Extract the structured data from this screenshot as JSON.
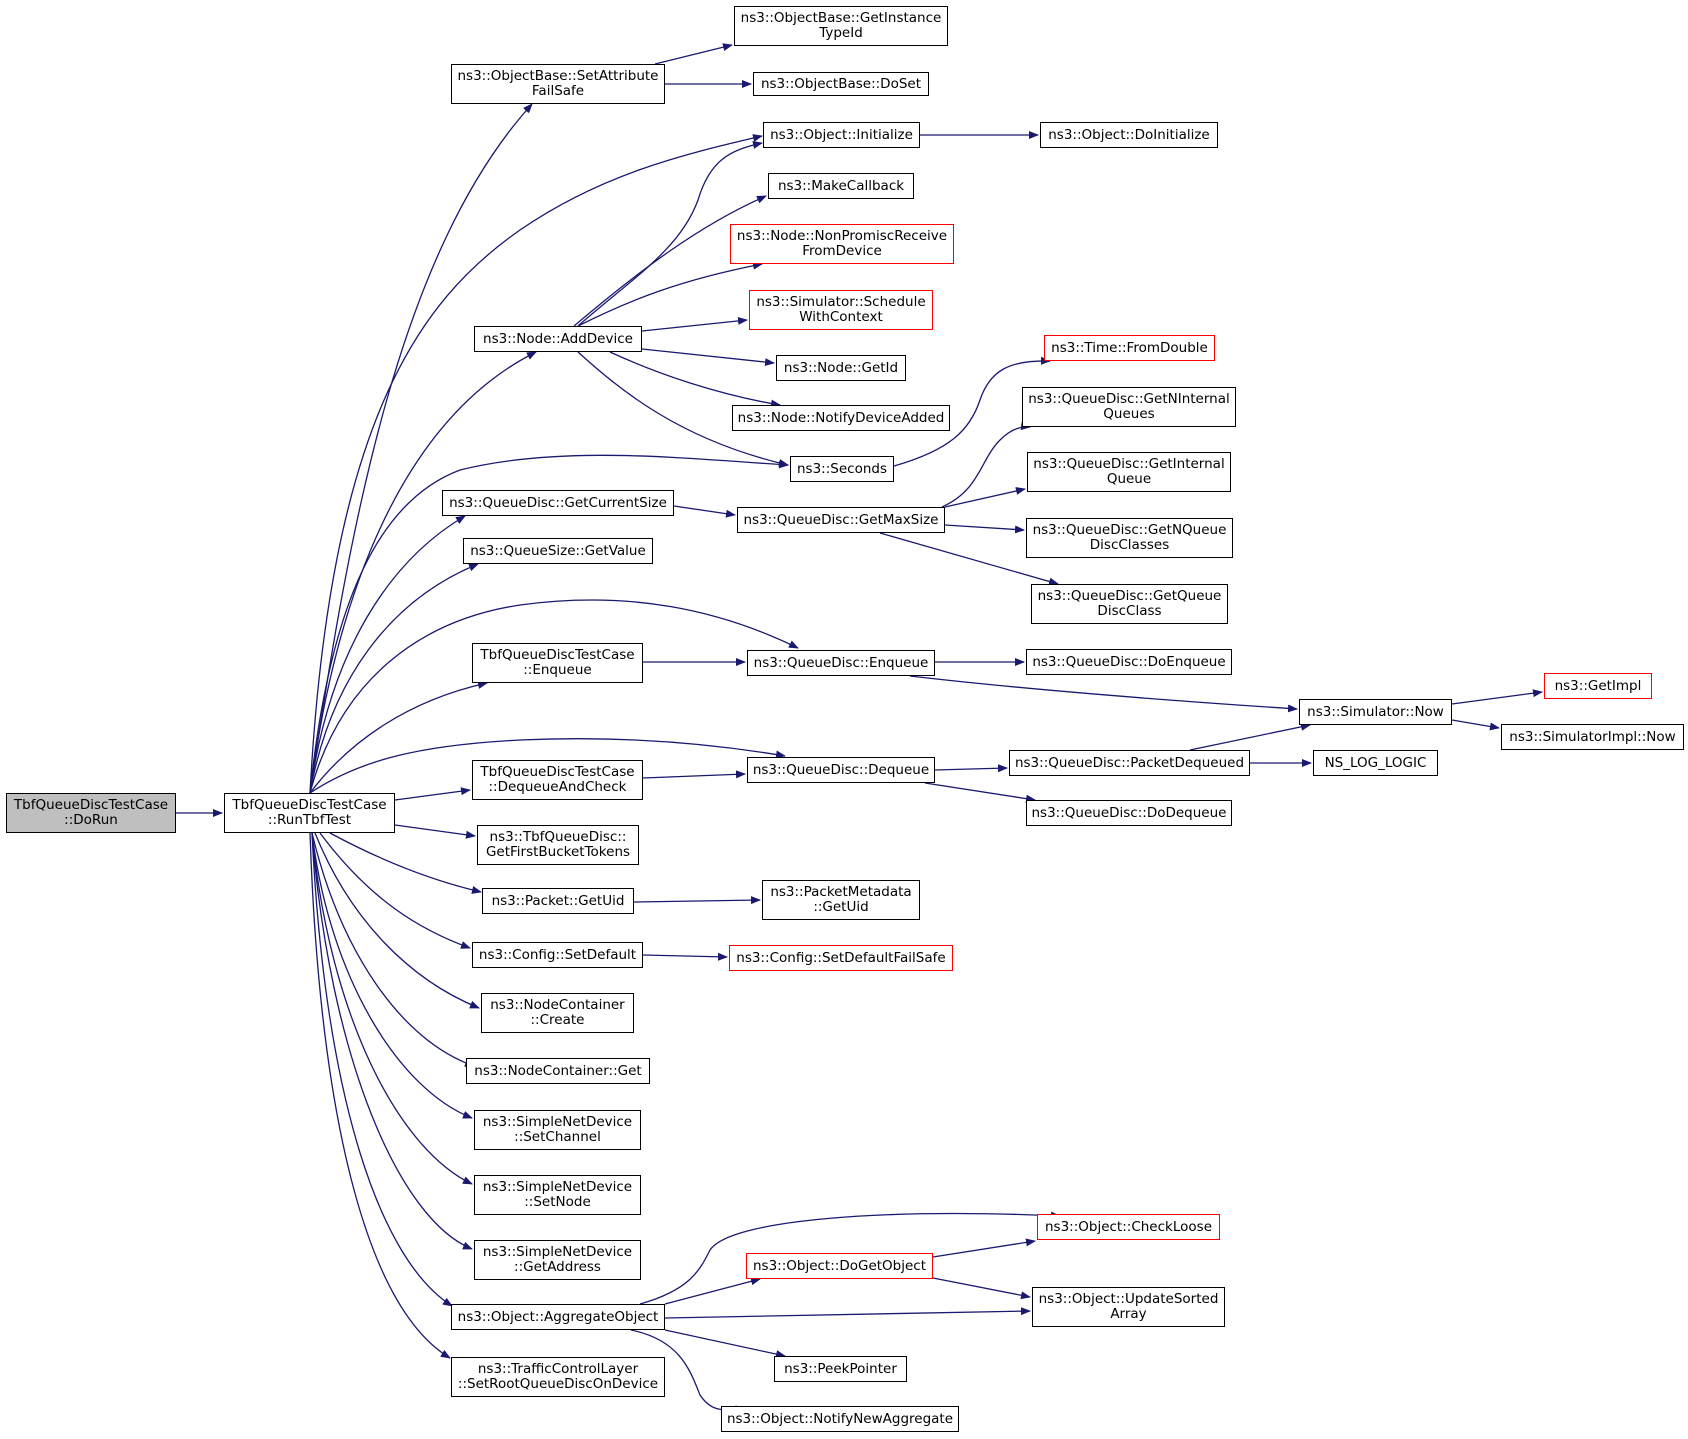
{
  "colors": {
    "edge": "#191970",
    "border": "#000000",
    "border_truncated": "#ff0000",
    "root_fill": "#bfbfbf"
  },
  "nodes": {
    "doRun": "TbfQueueDiscTestCase\n::DoRun",
    "runTbfTest": "TbfQueueDiscTestCase\n::RunTbfTest",
    "setAttrFailSafe": "ns3::ObjectBase::SetAttribute\nFailSafe",
    "getInstanceTypeId": "ns3::ObjectBase::GetInstance\nTypeId",
    "doSet": "ns3::ObjectBase::DoSet",
    "objInitialize": "ns3::Object::Initialize",
    "objDoInitialize": "ns3::Object::DoInitialize",
    "makeCallback": "ns3::MakeCallback",
    "nonPromisc": "ns3::Node::NonPromiscReceive\nFromDevice",
    "scheduleWithContext": "ns3::Simulator::Schedule\nWithContext",
    "addDevice": "ns3::Node::AddDevice",
    "nodeGetId": "ns3::Node::GetId",
    "notifyDeviceAdded": "ns3::Node::NotifyDeviceAdded",
    "timeFromDouble": "ns3::Time::FromDouble",
    "seconds": "ns3::Seconds",
    "getNInternalQueues": "ns3::QueueDisc::GetNInternal\nQueues",
    "getCurrentSize": "ns3::QueueDisc::GetCurrentSize",
    "getInternalQueue": "ns3::QueueDisc::GetInternal\nQueue",
    "getMaxSize": "ns3::QueueDisc::GetMaxSize",
    "getNQueueDiscClasses": "ns3::QueueDisc::GetNQueue\nDiscClasses",
    "queueSizeGetValue": "ns3::QueueSize::GetValue",
    "getQueueDiscClass": "ns3::QueueDisc::GetQueue\nDiscClass",
    "tbfEnqueue": "TbfQueueDiscTestCase\n::Enqueue",
    "qdEnqueue": "ns3::QueueDisc::Enqueue",
    "qdDoEnqueue": "ns3::QueueDisc::DoEnqueue",
    "getImpl": "ns3::GetImpl",
    "simNow": "ns3::Simulator::Now",
    "simImplNow": "ns3::SimulatorImpl::Now",
    "dequeueAndCheck": "TbfQueueDiscTestCase\n::DequeueAndCheck",
    "qdDequeue": "ns3::QueueDisc::Dequeue",
    "packetDequeued": "ns3::QueueDisc::PacketDequeued",
    "nsLogLogic": "NS_LOG_LOGIC",
    "qdDoDequeue": "ns3::QueueDisc::DoDequeue",
    "firstBucketTokens": "ns3::TbfQueueDisc::\nGetFirstBucketTokens",
    "packetGetUid": "ns3::Packet::GetUid",
    "metadataGetUid": "ns3::PacketMetadata\n::GetUid",
    "configSetDefault": "ns3::Config::SetDefault",
    "configSetDefaultFailSafe": "ns3::Config::SetDefaultFailSafe",
    "nodeContainerCreate": "ns3::NodeContainer\n::Create",
    "nodeContainerGet": "ns3::NodeContainer::Get",
    "setChannel": "ns3::SimpleNetDevice\n::SetChannel",
    "setNode": "ns3::SimpleNetDevice\n::SetNode",
    "getAddress": "ns3::SimpleNetDevice\n::GetAddress",
    "checkLoose": "ns3::Object::CheckLoose",
    "doGetObject": "ns3::Object::DoGetObject",
    "updateSortedArray": "ns3::Object::UpdateSorted\nArray",
    "aggregateObject": "ns3::Object::AggregateObject",
    "peekPointer": "ns3::PeekPointer",
    "setRootQueueDisc": "ns3::TrafficControlLayer\n::SetRootQueueDiscOnDevice",
    "notifyNewAggregate": "ns3::Object::NotifyNewAggregate"
  }
}
